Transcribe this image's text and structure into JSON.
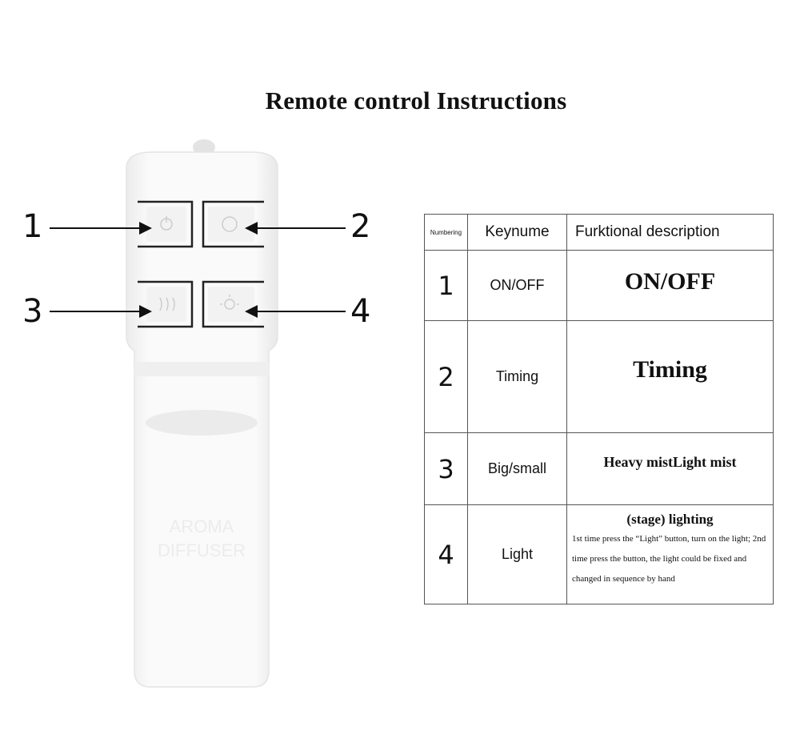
{
  "title": "Remote control Instructions",
  "callouts": [
    "1",
    "2",
    "3",
    "4"
  ],
  "table": {
    "headers": [
      "Numbering",
      "Keynume",
      "Furktional description"
    ],
    "rows": [
      {
        "number": "1",
        "key": "ON/OFF",
        "description": "ON/OFF"
      },
      {
        "number": "2",
        "key": "Timing",
        "description": "Timing"
      },
      {
        "number": "3",
        "key": "Big/small",
        "description": "Heavy mistLight mist"
      },
      {
        "number": "4",
        "key": "Light",
        "description": "(stage) lighting",
        "detail": "1st time press the “Light” button, turn on the light; 2nd time press the button, the light could be fixed and changed in sequence by hand"
      }
    ]
  },
  "colors": {
    "line": "#111111",
    "remote": "#f7f7f7",
    "button_outline": "#222222"
  },
  "icons": [
    "power-icon",
    "timer-icon",
    "mist-icon",
    "light-icon"
  ]
}
